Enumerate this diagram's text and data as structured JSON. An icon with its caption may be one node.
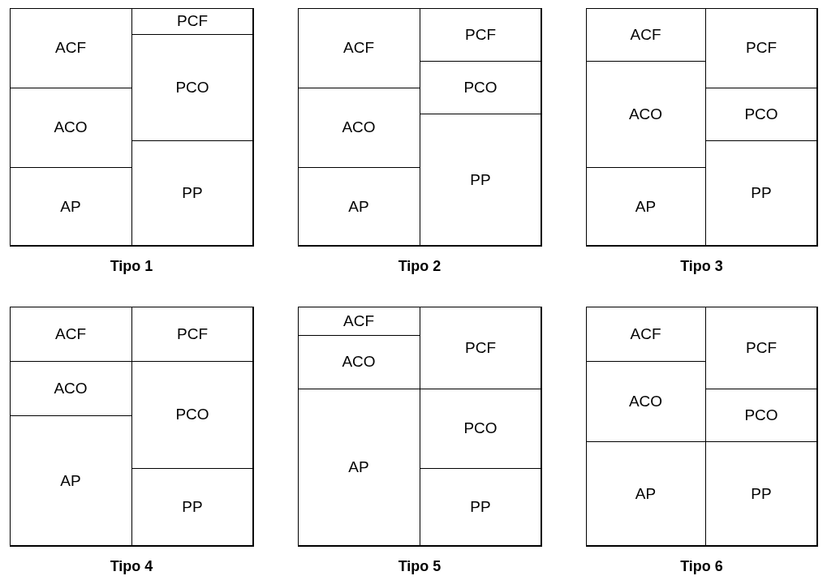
{
  "diagram": {
    "nodes": [
      {
        "text": [
          "Tipo 1"
        ]
      },
      {
        "text": [
          "ACF"
        ],
        "in": 0
      },
      {
        "text": [
          "ACO"
        ],
        "in": 0
      },
      {
        "text": [
          "AP"
        ],
        "in": 0
      },
      {
        "text": [
          "PCF"
        ],
        "in": 0
      },
      {
        "text": [
          "PCO"
        ],
        "in": 0
      },
      {
        "text": [
          "PP"
        ],
        "in": 0
      },
      {
        "text": [
          "Tipo 2"
        ]
      },
      {
        "text": [
          "ACF"
        ],
        "in": 7
      },
      {
        "text": [
          "ACO"
        ],
        "in": 7
      },
      {
        "text": [
          "AP"
        ],
        "in": 7
      },
      {
        "text": [
          "PCF"
        ],
        "in": 7
      },
      {
        "text": [
          "PCO"
        ],
        "in": 7
      },
      {
        "text": [
          "PP"
        ],
        "in": 7
      },
      {
        "text": [
          "Tipo 3"
        ]
      },
      {
        "text": [
          "ACF"
        ],
        "in": 14
      },
      {
        "text": [
          "ACO"
        ],
        "in": 14
      },
      {
        "text": [
          "AP"
        ],
        "in": 14
      },
      {
        "text": [
          "PCF"
        ],
        "in": 14
      },
      {
        "text": [
          "PCO"
        ],
        "in": 14
      },
      {
        "text": [
          "PP"
        ],
        "in": 14
      },
      {
        "text": [
          "Tipo 4"
        ]
      },
      {
        "text": [
          "ACF"
        ],
        "in": 21
      },
      {
        "text": [
          "ACO"
        ],
        "in": 21
      },
      {
        "text": [
          "AP"
        ],
        "in": 21
      },
      {
        "text": [
          "PCF"
        ],
        "in": 21
      },
      {
        "text": [
          "PCO"
        ],
        "in": 21
      },
      {
        "text": [
          "PP"
        ],
        "in": 21
      },
      {
        "text": [
          "Tipo 5"
        ]
      },
      {
        "text": [
          "ACF"
        ],
        "in": 28
      },
      {
        "text": [
          "ACO"
        ],
        "in": 28
      },
      {
        "text": [
          "AP"
        ],
        "in": 28
      },
      {
        "text": [
          "PCF"
        ],
        "in": 28
      },
      {
        "text": [
          "PCO"
        ],
        "in": 28
      },
      {
        "text": [
          "PP"
        ],
        "in": 28
      },
      {
        "text": [
          "Tipo 6"
        ]
      },
      {
        "text": [
          "ACF"
        ],
        "in": 35
      },
      {
        "text": [
          "ACO"
        ],
        "in": 35
      },
      {
        "text": [
          "AP"
        ],
        "in": 35
      },
      {
        "text": [
          "PCF"
        ],
        "in": 35
      },
      {
        "text": [
          "PCO"
        ],
        "in": 35
      },
      {
        "text": [
          "PP"
        ],
        "in": 35
      }
    ],
    "edges": []
  }
}
